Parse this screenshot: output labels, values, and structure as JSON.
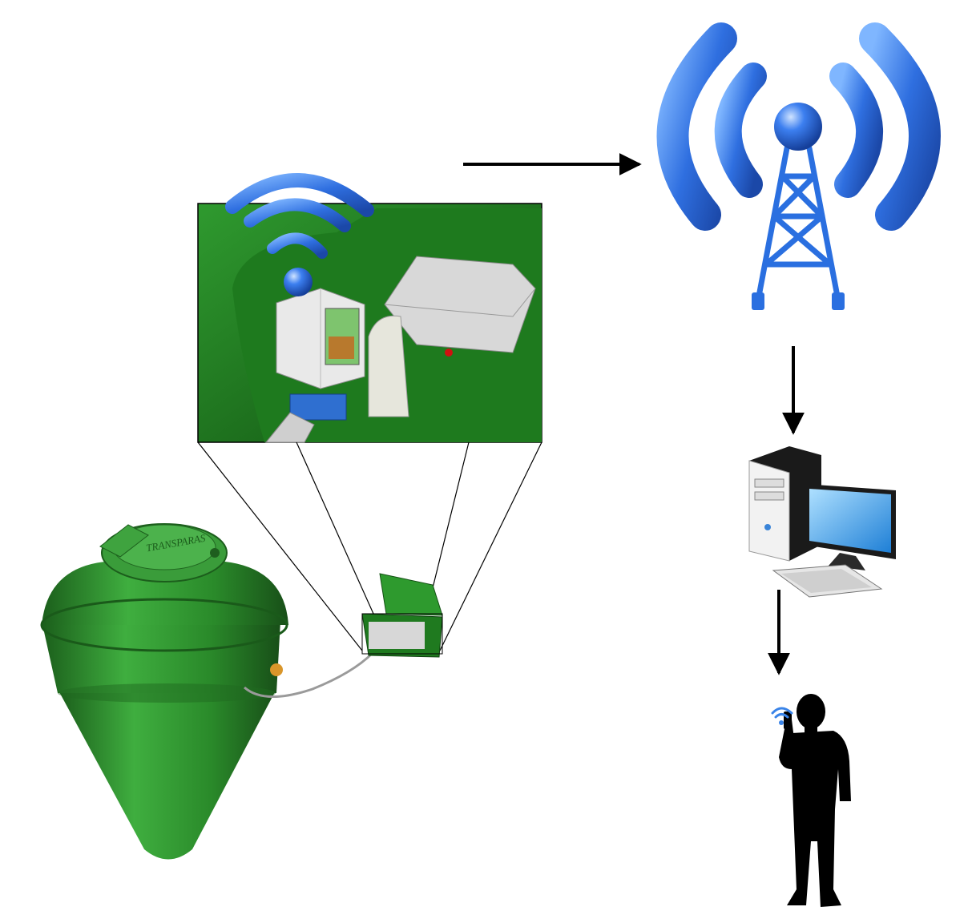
{
  "diagram": {
    "nodes": [
      {
        "id": "septic-tank",
        "icon": "green-cone-tank"
      },
      {
        "id": "control-box",
        "icon": "green-control-box"
      },
      {
        "id": "control-box-detail",
        "icon": "control-box-zoom-inset"
      },
      {
        "id": "radio-tower",
        "icon": "signal-tower-icon"
      },
      {
        "id": "desktop-computer",
        "icon": "computer-icon"
      },
      {
        "id": "user-with-phone",
        "icon": "person-silhouette"
      }
    ],
    "edges": [
      {
        "from": "control-box-detail",
        "to": "radio-tower"
      },
      {
        "from": "radio-tower",
        "to": "desktop-computer"
      },
      {
        "from": "desktop-computer",
        "to": "user-with-phone"
      }
    ],
    "tank_logo": "TRANSPARAS",
    "colors": {
      "tank_green": "#2e8b2e",
      "tank_dark": "#1c5e1c",
      "signal_blue": "#2a6fe0",
      "signal_light": "#5aa0ff",
      "arrow": "#000000",
      "silhouette": "#000000"
    }
  }
}
